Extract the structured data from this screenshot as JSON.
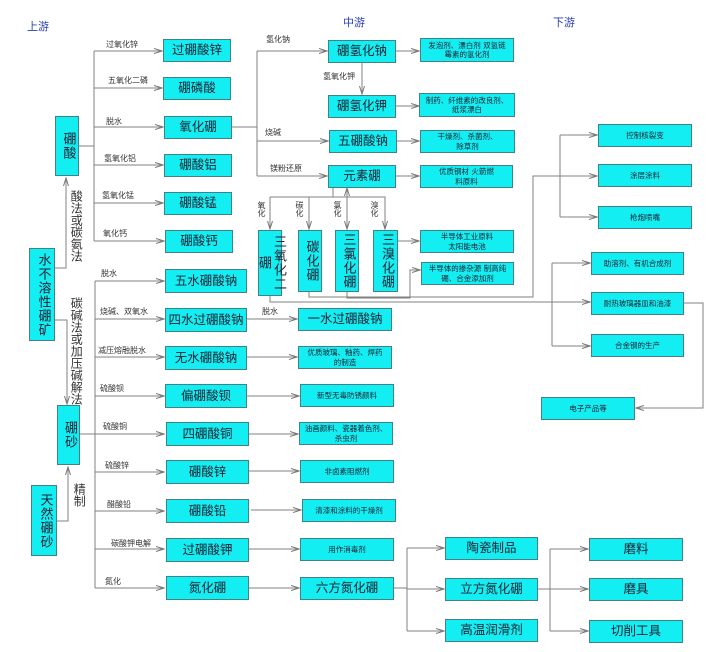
{
  "headers": {
    "upstream": "上游",
    "midstream": "中游",
    "downstream": "下游"
  },
  "colors": {
    "box": "#12eef2",
    "header": "#2a3fb0",
    "line": "#777777"
  },
  "sources": {
    "boric_acid": "硼酸",
    "insoluble_ore": "水不溶性硼矿",
    "borax": "硼砂",
    "natural_borax": "天然硼砂"
  },
  "process_labels": {
    "acid_method": "酸法或碳氨法",
    "alkali_method": "碳碱法或加压碱解法",
    "refine": "精制"
  },
  "boric_acid_branches": [
    {
      "reagent": "过氧化锌",
      "product": "过硼酸锌"
    },
    {
      "reagent": "五氧化二磷",
      "product": "硼磷酸"
    },
    {
      "reagent": "脱水",
      "product": "氧化硼"
    },
    {
      "reagent": "氢氧化铝",
      "product": "硼酸铝"
    },
    {
      "reagent": "氢氧化锰",
      "product": "硼酸锰"
    },
    {
      "reagent": "氧化钙",
      "product": "硼酸钙"
    }
  ],
  "borax_branches": [
    {
      "reagent": "脱水",
      "product": "五水硼酸钠"
    },
    {
      "reagent": "烧碱、双氧水",
      "product": "四水过硼酸钠",
      "next_reagent": "脱水",
      "next": "一水过硼酸钠"
    },
    {
      "reagent": "减压熔融脱水",
      "product": "无水硼酸钠",
      "next": "优质玻璃、釉药、焊药的制造"
    },
    {
      "reagent": "硫酸钡",
      "product": "偏硼酸钡",
      "next": "新型无毒防锈颜料"
    },
    {
      "reagent": "硫酸铜",
      "product": "四硼酸铜",
      "next": "油画颜料、瓷器着色剂、杀虫剂"
    },
    {
      "reagent": "硫酸锌",
      "product": "硼酸锌",
      "next": "非卤素阻燃剂"
    },
    {
      "reagent": "醋酸铅",
      "product": "硼酸铅",
      "next": "清漆和涂料的干燥剂"
    },
    {
      "reagent": "碳酸钾电解",
      "product": "过硼酸钾",
      "next": "用作消毒剂"
    },
    {
      "reagent": "氮化",
      "product": "氮化硼",
      "next": "六方氮化硼"
    }
  ],
  "boron_oxide_branches": [
    {
      "reagent": "氢化钠",
      "product": "硼氢化钠",
      "use": "发泡剂、漂白剂 双氢链霉素的氢化剂"
    },
    {
      "reagent": "氢氧化钾",
      "product": "硼氢化钾",
      "use": "制药、纤维素的改良剂、纸浆漂白"
    },
    {
      "reagent": "烧碱",
      "product": "五硼酸钠",
      "use": "干燥剂、杀菌剂、除草剂"
    },
    {
      "reagent": "镁粉还原",
      "product": "元素硼",
      "use": "优质钢材 火箭燃料原料"
    }
  ],
  "element_boron_branches": [
    {
      "reagent": "氧化",
      "product": "三氧化二硼"
    },
    {
      "reagent": "碳化",
      "product": "碳化硼"
    },
    {
      "reagent": "氯化",
      "product": "三氯化硼"
    },
    {
      "reagent": "溴化",
      "product": "三溴化硼"
    }
  ],
  "halide_uses": [
    "半导体工业原料 太阳能电池",
    "半导体的掺杂源 制高纯硼、合金添加剂"
  ],
  "downstream": {
    "boron_carbide_uses": [
      "控制核裂变",
      "涂层涂料",
      "枪炮喷嘴"
    ],
    "b2o3_uses": [
      "助溶剂、有机合成剂",
      "耐热玻璃器皿和油漆",
      "合金钢的生产"
    ],
    "electronics": "电子产品等",
    "hbn_products": [
      "陶瓷制品",
      "立方氮化硼",
      "高温润滑剂"
    ],
    "cbn_products": [
      "磨料",
      "磨具",
      "切削工具"
    ]
  }
}
